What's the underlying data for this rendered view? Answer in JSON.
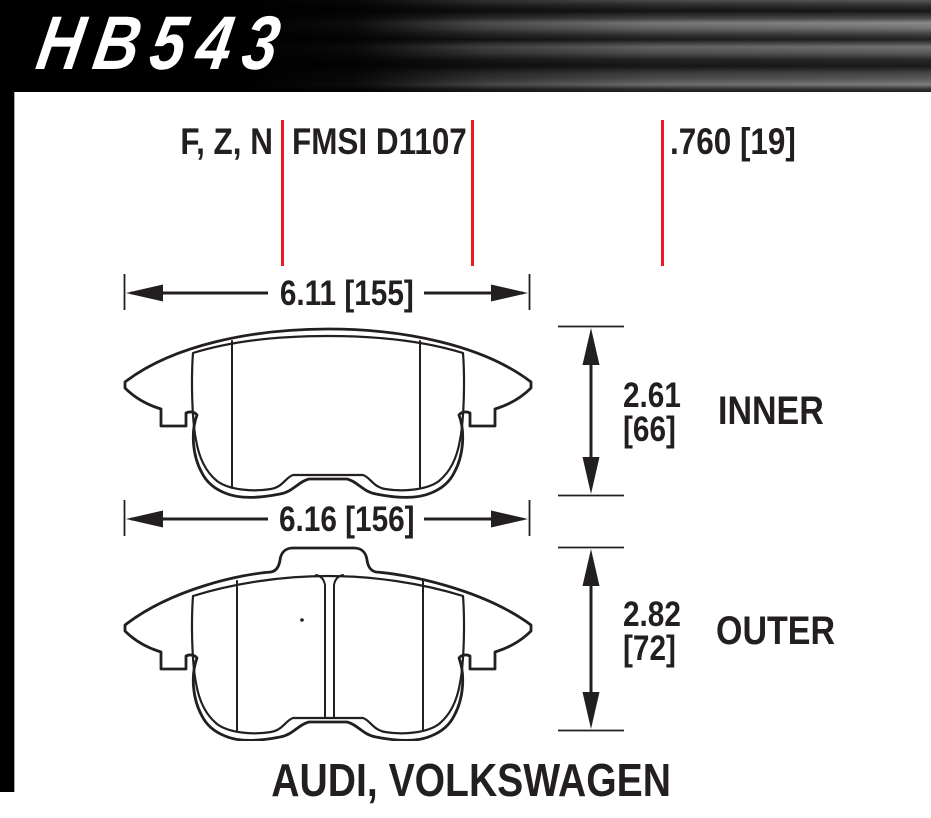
{
  "colors": {
    "accent_red": "#ED1C24",
    "ink": "#231F20"
  },
  "banner": {
    "part_number": "HB543"
  },
  "spec": {
    "compound_codes": "F, Z, N",
    "fmsi_number": "FMSI D1107",
    "pad_thickness": ".760 [19]"
  },
  "pads": {
    "inner": {
      "width_dim": "6.11 [155]",
      "height_dim_value": "2.61",
      "height_dim_mm": "[66]",
      "label": "INNER"
    },
    "outer": {
      "width_dim": "6.16 [156]",
      "height_dim_value": "2.82",
      "height_dim_mm": "[72]",
      "label": "OUTER"
    }
  },
  "footer": {
    "applications": "AUDI, VOLKSWAGEN"
  }
}
